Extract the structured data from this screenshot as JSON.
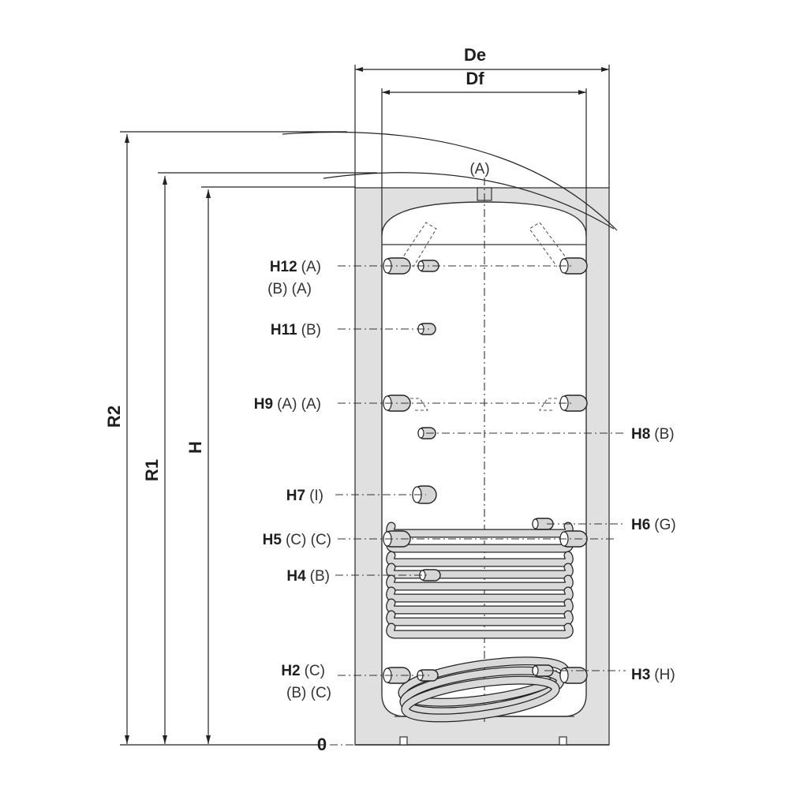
{
  "dimensions": {
    "outer_diameter": "De",
    "inner_diameter": "Df",
    "height": "H",
    "r1": "R1",
    "r2": "R2",
    "zero": "0"
  },
  "top_connection": "(A)",
  "left_labels": [
    {
      "code": "H12",
      "tag": "(A)",
      "sub": "(B) (A)"
    },
    {
      "code": "H11",
      "tag": "(B)"
    },
    {
      "code": "H9",
      "tag": "(A) (A)"
    },
    {
      "code": "H7",
      "tag": "(I)"
    },
    {
      "code": "H5",
      "tag": "(C) (C)"
    },
    {
      "code": "H4",
      "tag": "(B)"
    },
    {
      "code": "H2",
      "tag": "(C)",
      "sub": "(B) (C)"
    }
  ],
  "right_labels": [
    {
      "code": "H8",
      "tag": "(B)"
    },
    {
      "code": "H6",
      "tag": "(G)"
    },
    {
      "code": "H3",
      "tag": "(H)"
    }
  ],
  "colors": {
    "insulation": "#e0e0e0",
    "tank": "#ffffff",
    "line": "#222222",
    "tube": "#d6d6d6"
  }
}
